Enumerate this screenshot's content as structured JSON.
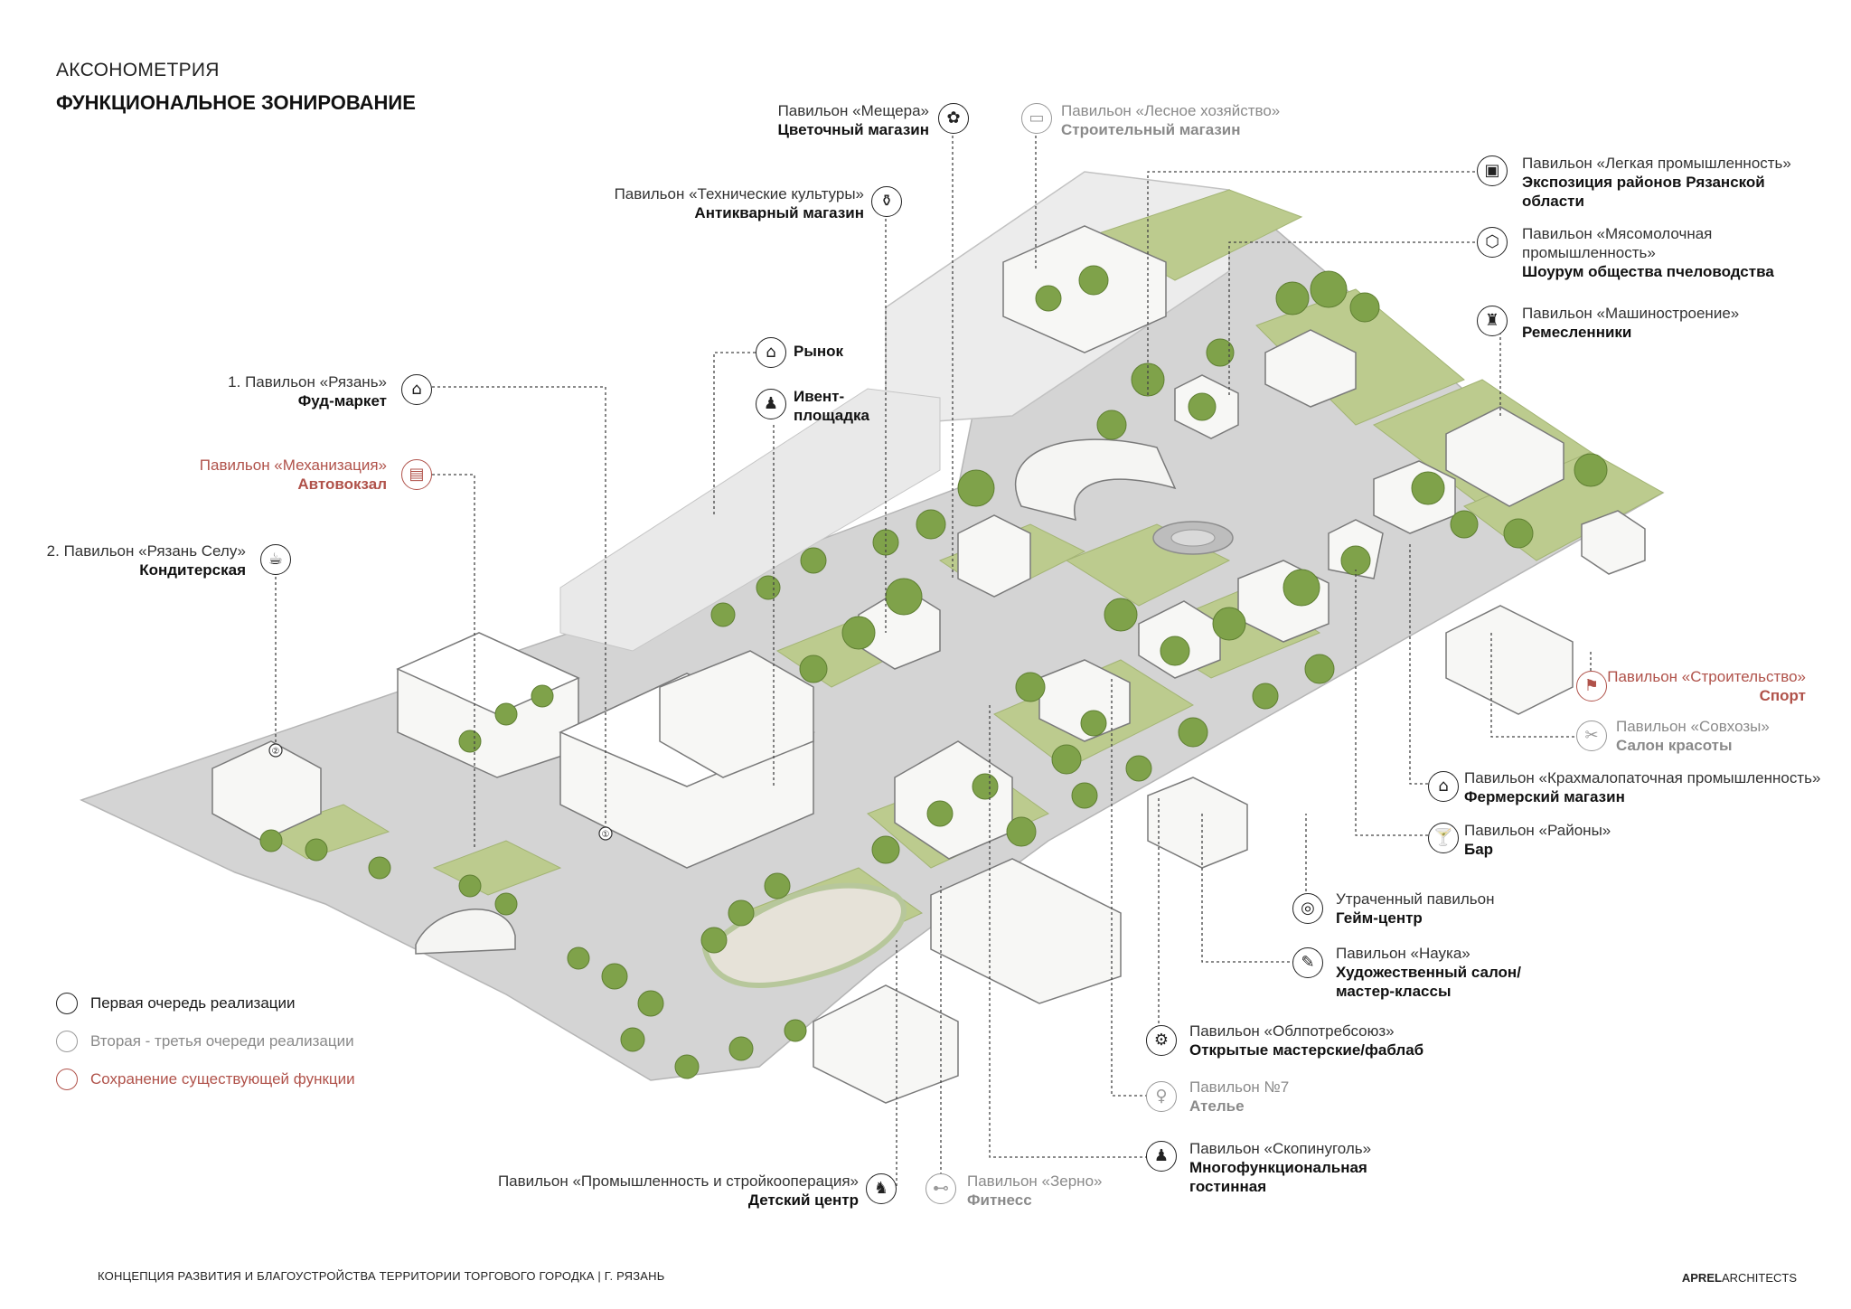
{
  "header": {
    "title_small": "АКСОНОМЕТРИЯ",
    "title_main": "ФУНКЦИОНАЛЬНОЕ ЗОНИРОВАНИЕ"
  },
  "callouts": [
    {
      "id": "c1",
      "sub": "Павильон «Мещера»",
      "main": "Цветочный магазин",
      "icon": "flower-pot-icon",
      "glyph": "✿",
      "tone": "black"
    },
    {
      "id": "c2",
      "sub": "Павильон «Лесное хозяйство»",
      "main": "Строительный магазин",
      "icon": "paint-roller-icon",
      "glyph": "▭",
      "tone": "grey"
    },
    {
      "id": "c3",
      "sub": "Павильон «Технические культуры»",
      "main": "Антикварный магазин",
      "icon": "vase-icon",
      "glyph": "⚱",
      "tone": "black"
    },
    {
      "id": "c4",
      "sub": "Павильон «Легкая промышленность»",
      "main": "Экспозиция районов Рязанской области",
      "icon": "exhibition-icon",
      "glyph": "▣",
      "tone": "black"
    },
    {
      "id": "c5",
      "sub": "Павильон «Мясомолочная промышленность»",
      "main": "Шоурум общества пчеловодства",
      "icon": "honeycomb-icon",
      "glyph": "⬡",
      "tone": "black"
    },
    {
      "id": "c6",
      "sub": "",
      "main": "Рынок",
      "icon": "market-stall-icon",
      "glyph": "⌂",
      "tone": "black"
    },
    {
      "id": "c7",
      "sub": "",
      "main": "Ивент-площадка",
      "icon": "people-group-icon",
      "glyph": "♟",
      "tone": "black"
    },
    {
      "id": "c8",
      "sub": "Павильон «Машиностроение»",
      "main": "Ремесленники",
      "icon": "hat-icon",
      "glyph": "♜",
      "tone": "black"
    },
    {
      "id": "c9",
      "sub": "1. Павильон «Рязань»",
      "main": "Фуд-маркет",
      "icon": "food-stall-icon",
      "glyph": "⌂",
      "tone": "black"
    },
    {
      "id": "c10",
      "sub": "Павильон «Механизация»",
      "main": "Автовокзал",
      "icon": "bus-icon",
      "glyph": "▤",
      "tone": "red"
    },
    {
      "id": "c11",
      "sub": "2. Павильон «Рязань Селу»",
      "main": "Кондитерская",
      "icon": "cupcake-icon",
      "glyph": "☕",
      "tone": "black"
    },
    {
      "id": "c12",
      "sub": "Павильон «Строительство»",
      "main": "Спорт",
      "icon": "runner-icon",
      "glyph": "⚑",
      "tone": "red"
    },
    {
      "id": "c13",
      "sub": "Павильон «Совхозы»",
      "main": "Салон красоты",
      "icon": "scissors-icon",
      "glyph": "✂",
      "tone": "grey"
    },
    {
      "id": "c14",
      "sub": "Павильон «Крахмалопаточная промышленность»",
      "main": "Фермерский магазин",
      "icon": "shop-icon",
      "glyph": "⌂",
      "tone": "black"
    },
    {
      "id": "c15",
      "sub": "Павильон «Районы»",
      "main": "Бар",
      "icon": "cocktail-icon",
      "glyph": "🍸",
      "tone": "black"
    },
    {
      "id": "c16",
      "sub": "Утраченный павильон",
      "main": "Гейм-центр",
      "icon": "gamepad-icon",
      "glyph": "◎",
      "tone": "black"
    },
    {
      "id": "c17",
      "sub": "Павильон «Наука»",
      "main": "Художественный салон/ мастер-классы",
      "icon": "palette-icon",
      "glyph": "✎",
      "tone": "black"
    },
    {
      "id": "c18",
      "sub": "Павильон «Облпотребсоюз»",
      "main": "Открытые мастерские/фаблаб",
      "icon": "workshop-icon",
      "glyph": "⚙",
      "tone": "black"
    },
    {
      "id": "c19",
      "sub": "Павильон №7",
      "main": "Ателье",
      "icon": "mannequin-icon",
      "glyph": "♀",
      "tone": "grey"
    },
    {
      "id": "c20",
      "sub": "Павильон «Скопинуголь»",
      "main": "Многофункциональная гостинная",
      "icon": "people-group-icon",
      "glyph": "♟",
      "tone": "black"
    },
    {
      "id": "c21",
      "sub": "Павильон «Промышленность и стройкооперация»",
      "main": "Детский центр",
      "icon": "rocking-horse-icon",
      "glyph": "♞",
      "tone": "black"
    },
    {
      "id": "c22",
      "sub": "Павильон «Зерно»",
      "main": "Фитнесс",
      "icon": "dumbbell-icon",
      "glyph": "⊷",
      "tone": "grey"
    }
  ],
  "markers": [
    "①",
    "②"
  ],
  "legend": [
    {
      "label": "Первая очередь реализации",
      "tone": "black"
    },
    {
      "label": "Вторая - третья очереди реализации",
      "tone": "grey"
    },
    {
      "label": "Сохранение существующей функции",
      "tone": "red"
    }
  ],
  "footer": {
    "project": "КОНЦЕПЦИЯ РАЗВИТИЯ И БЛАГОУСТРОЙСТВА ТЕРРИТОРИИ ТОРГОВОГО ГОРОДКА | Г. РЯЗАНЬ",
    "brand_bold": "APREL",
    "brand_rest": "ARCHITECTS"
  },
  "colors": {
    "black": "#222222",
    "grey": "#999999",
    "red": "#b0524a",
    "grass": "#b9c98a",
    "paving": "#c9c9c9",
    "tree": "#7fa24a"
  }
}
